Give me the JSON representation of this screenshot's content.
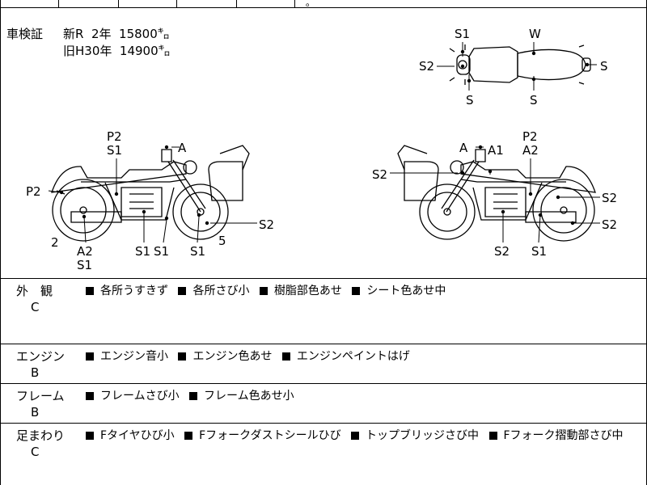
{
  "header": {
    "fragment": "｡ﾞ  ﾞ ﾞ"
  },
  "inspection": {
    "label": "車検証",
    "line1": "新R  2年  15800㌔",
    "line2": "旧H30年  14900㌔"
  },
  "top_view_labels": {
    "s1": "S1",
    "w": "W",
    "s2": "S2",
    "s_right": "S",
    "s_bottom_left": "S",
    "s_bottom_right": "S"
  },
  "left_view_labels": {
    "p2_top": "P2",
    "s1_top": "S1",
    "a": "A",
    "p2_left": "P2",
    "s2_right": "S2",
    "num2": "2",
    "num5": "5",
    "a2": "A2",
    "s1_a": "S1",
    "s1_b": "S1",
    "s1_c": "S1",
    "s1_d": "S1"
  },
  "right_view_labels": {
    "a": "A",
    "a1": "A1",
    "p2": "P2",
    "a2": "A2",
    "s2_left": "S2",
    "s2_r1": "S2",
    "s2_r2": "S2",
    "s2_bottom": "S2",
    "s1_bottom": "S1"
  },
  "conditions": [
    {
      "category": "外　観",
      "grade": "C",
      "items": [
        "各所うすきず",
        "各所さび小",
        "樹脂部色あせ",
        "シート色あせ中"
      ]
    },
    {
      "category": "エンジン",
      "grade": "B",
      "items": [
        "エンジン音小",
        "エンジン色あせ",
        "エンジンペイントはげ"
      ]
    },
    {
      "category": "フレーム",
      "grade": "B",
      "items": [
        "フレームさび小",
        "フレーム色あせ小"
      ]
    },
    {
      "category": "足まわり",
      "grade": "C",
      "items": [
        "Fタイヤひび小",
        "Fフォークダストシールひび",
        "トップブリッジさび中",
        "Fフォーク摺動部さび中"
      ]
    }
  ]
}
